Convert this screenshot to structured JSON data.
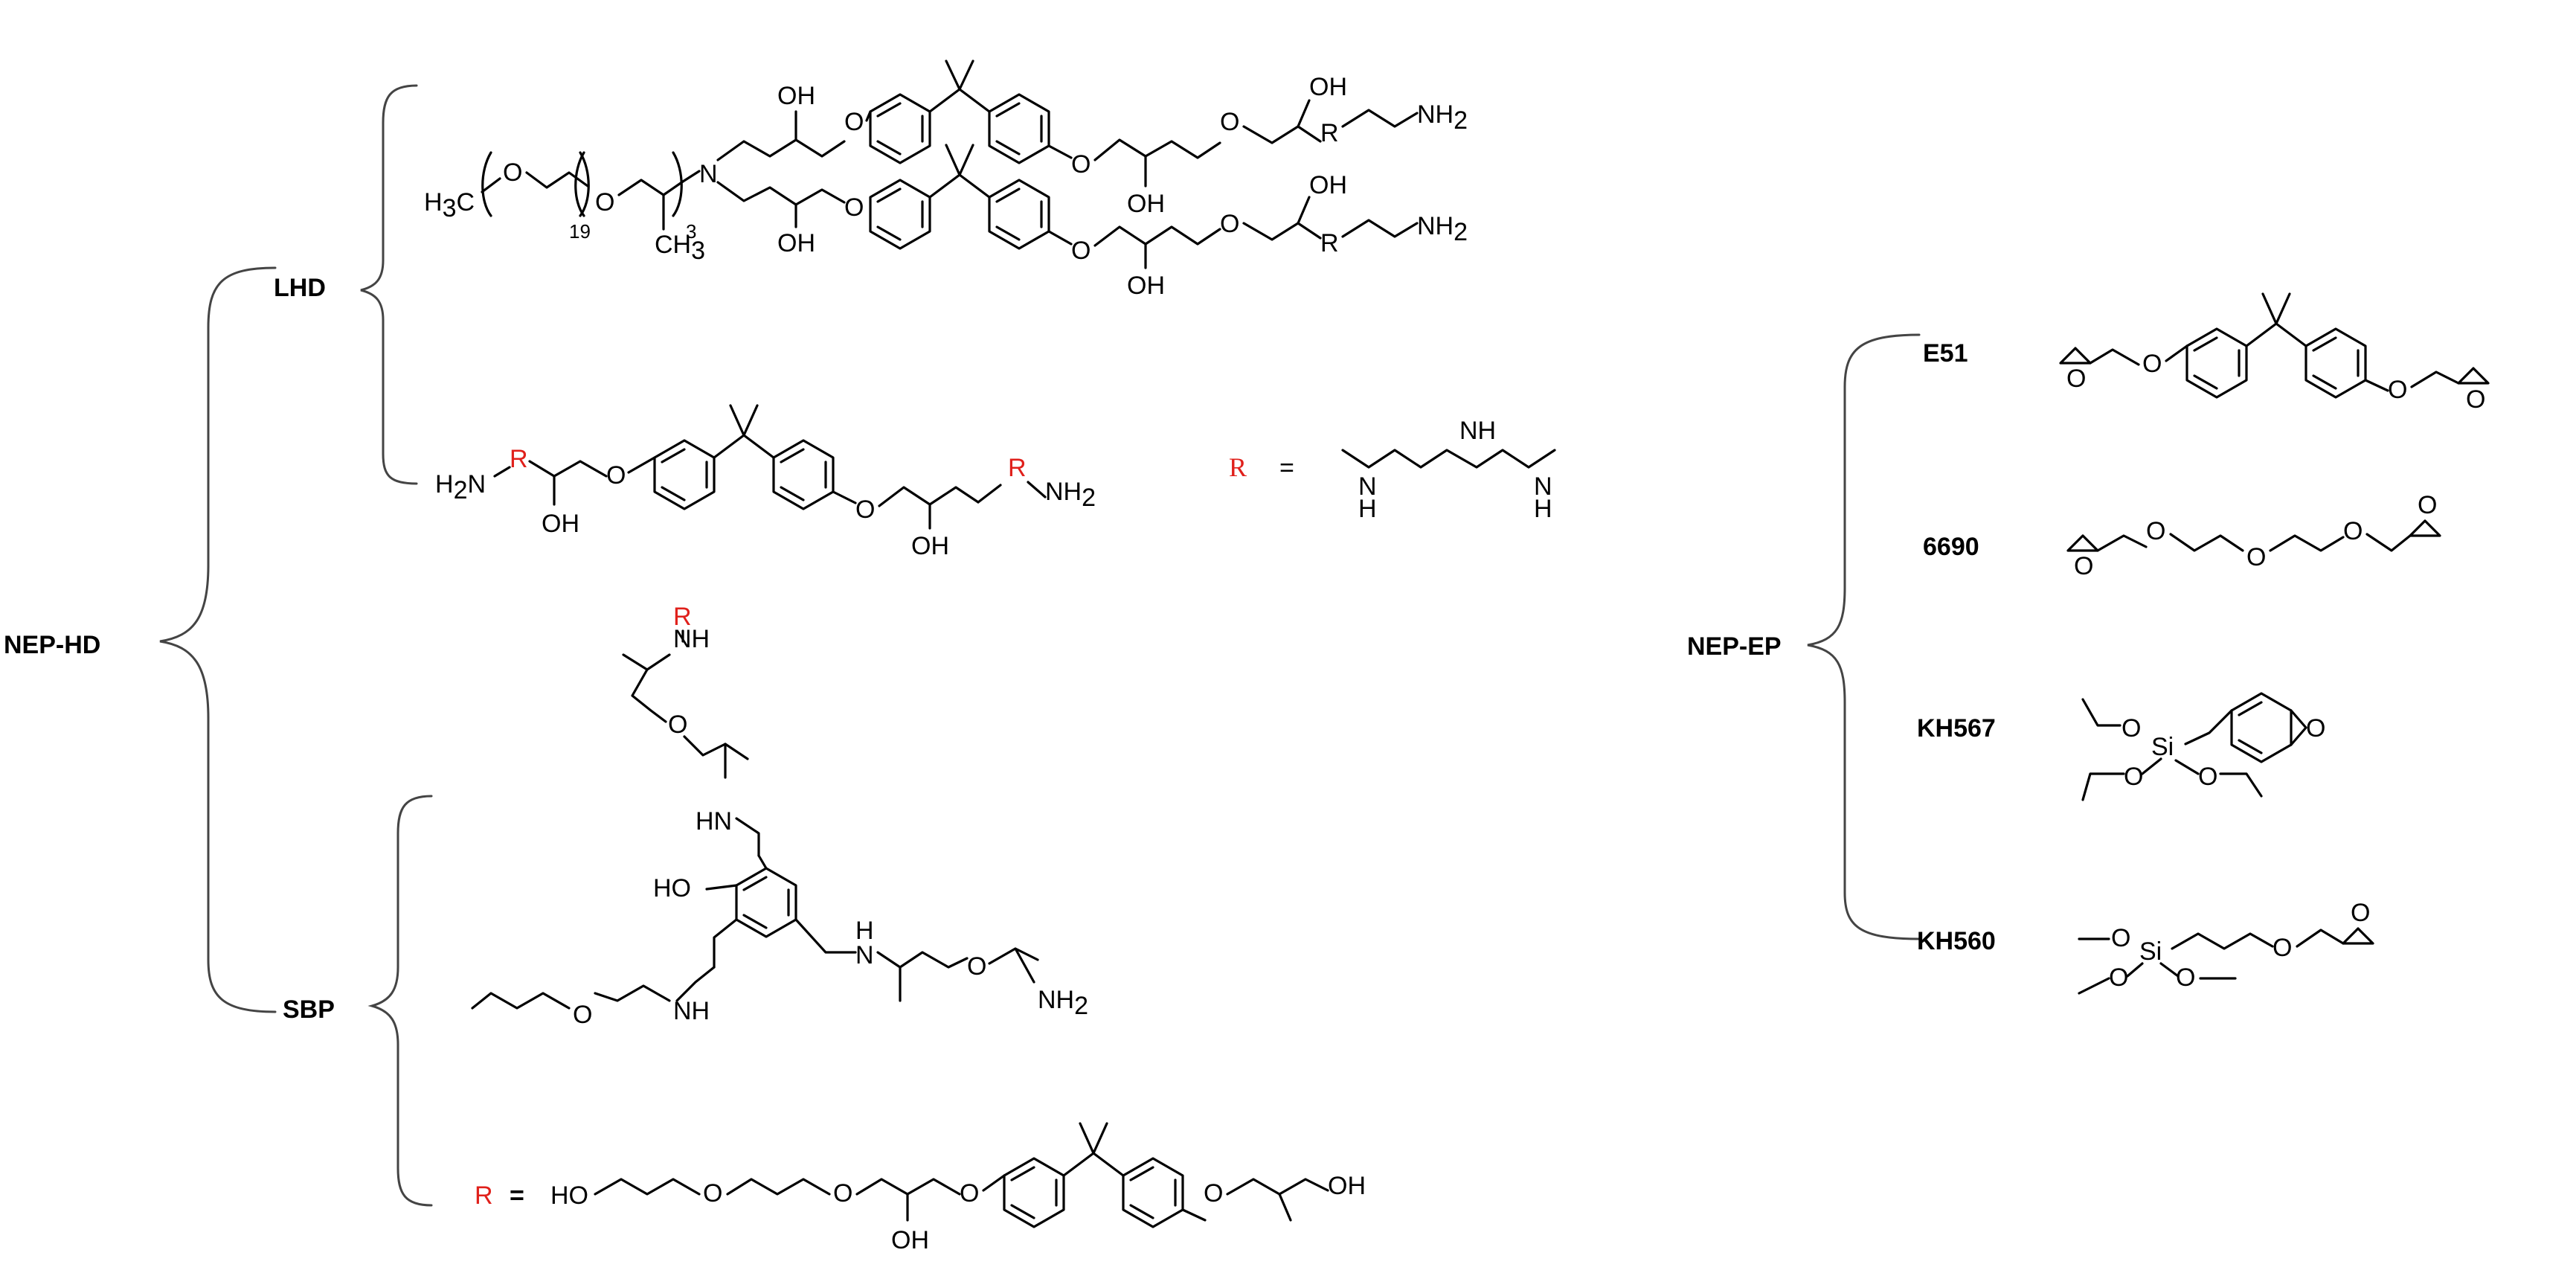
{
  "labels": {
    "nep_hd": "NEP-HD",
    "lhd": "LHD",
    "sbp": "SBP",
    "nep_ep": "NEP-EP",
    "e51": "E51",
    "k6690": "6690",
    "kh567": "KH567",
    "kh560": "KH560"
  },
  "atoms": {
    "oh": "OH",
    "o": "O",
    "n": "N",
    "nh": "NH",
    "hn": "HN",
    "ho": "HO",
    "nh2": "NH",
    "h2n": "H",
    "two": "2",
    "h": "H",
    "si": "Si",
    "h3c": "H",
    "three": "3",
    "c_letter": "C",
    "ch3": "CH",
    "n19": "19",
    "n3": "3",
    "r": "R",
    "eq": "="
  },
  "colors": {
    "accent_red": "#e0201b",
    "ink": "#000000",
    "brace": "#444444"
  }
}
